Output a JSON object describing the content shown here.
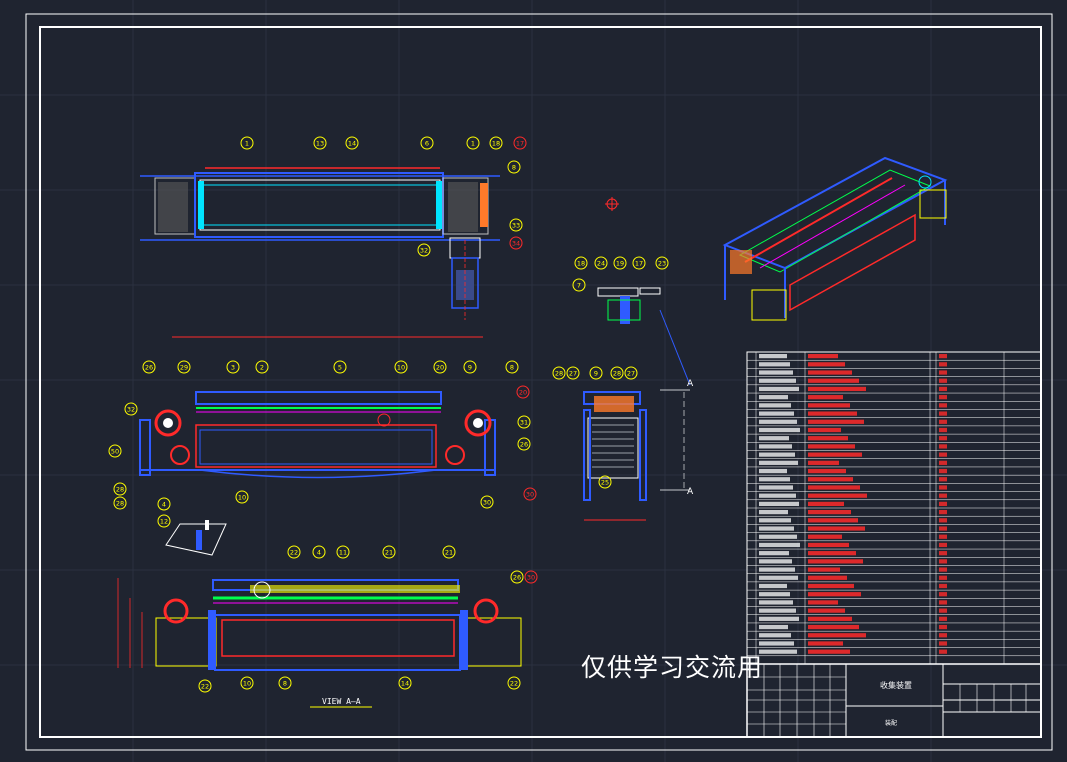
{
  "drawing": {
    "watermark": "仅供学习交流用",
    "view_label": "VIEW A—A",
    "section_marker": "A",
    "title_block": {
      "name": "收集装置",
      "sub": "装配"
    }
  },
  "balloons": {
    "top_view": [
      "1",
      "13",
      "14",
      "6",
      "1",
      "18",
      "17",
      "8",
      "32",
      "34",
      "33"
    ],
    "front_view": [
      "26",
      "29",
      "3",
      "2",
      "5",
      "10",
      "20",
      "9",
      "8",
      "32",
      "20",
      "31",
      "26",
      "50",
      "28",
      "10",
      "30",
      "30",
      "28"
    ],
    "detail": [
      "18",
      "24",
      "19",
      "17",
      "23",
      "7"
    ],
    "side_view": [
      "28",
      "27",
      "9",
      "28",
      "27",
      "25"
    ],
    "section": [
      "22",
      "4",
      "11",
      "21",
      "21",
      "26",
      "30",
      "22",
      "10",
      "8",
      "14",
      "22"
    ],
    "small_detail": [
      "4",
      "12"
    ]
  },
  "colors": {
    "background": "#1f2430",
    "frame": "#ffffff",
    "balloon": "#ffff00",
    "blue": "#2f5bff",
    "cyan": "#00e5ff",
    "red": "#ff2a2a",
    "green": "#00ff4c",
    "magenta": "#ff00ff",
    "grid": "#2b3140"
  }
}
